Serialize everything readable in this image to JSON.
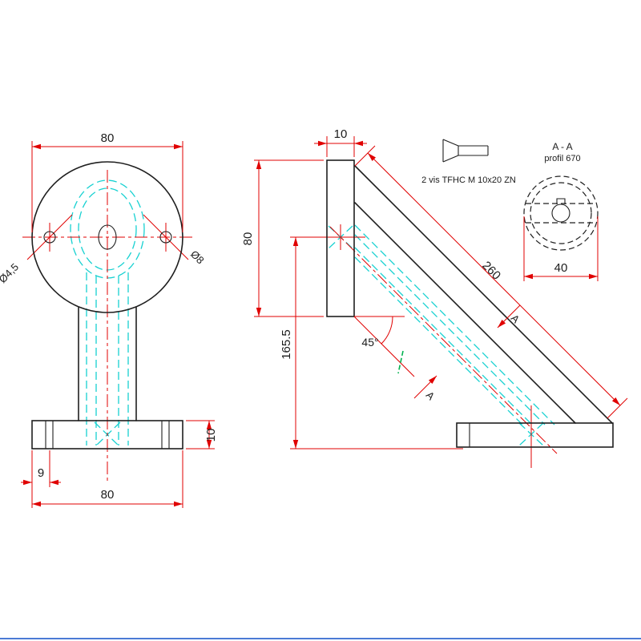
{
  "page": {
    "background": "#ffffff",
    "bottom_border_color": "#4b7bd5"
  },
  "colors": {
    "outline": "#1f1f1f",
    "dimension_red": "#e00000",
    "hidden_cyan": "#17d1d1",
    "section_green": "#00b14f"
  },
  "front_view": {
    "dim_width_top": "80",
    "hole_left_diameter": "Ø4,5",
    "hole_right_diameter": "Ø8",
    "dim_base_thickness": "10",
    "dim_hole_offset": "9",
    "dim_base_width": "80"
  },
  "side_view": {
    "dim_plate_thickness": "10",
    "dim_plate_height": "80",
    "dim_overall_height": "165.5",
    "dim_arm_length": "260",
    "angle_label": "45°",
    "section_mark": "A"
  },
  "details": {
    "screw_note": "2 vis TFHC M 10x20  ZN",
    "section_title": "A - A",
    "profile_label": "profil 670",
    "dim_profile_diameter": "40"
  }
}
